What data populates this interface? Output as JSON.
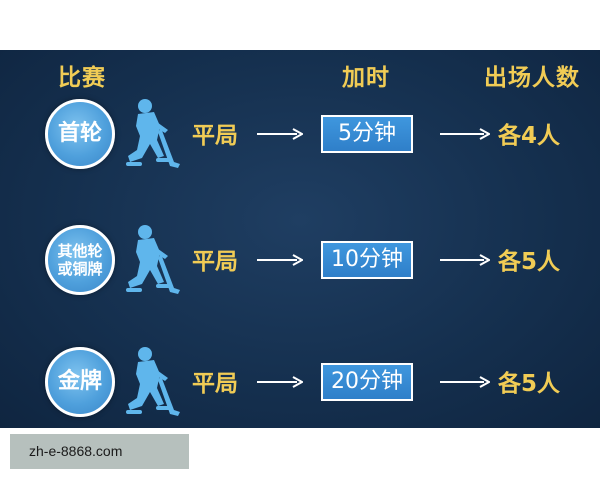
{
  "headers": {
    "stage": "比赛",
    "overtime": "加时",
    "players": "出场人数"
  },
  "colors": {
    "accent_text": "#f1cc55",
    "circle": "#4fa0dc",
    "box": "#3f97de",
    "background": "#15304f"
  },
  "rows": [
    {
      "stage_lines": [
        "首轮"
      ],
      "result": "平局",
      "overtime": "5分钟",
      "players": "各4人",
      "icon": "hockey-player-icon"
    },
    {
      "stage_lines": [
        "其他轮",
        "或铜牌"
      ],
      "result": "平局",
      "overtime": "10分钟",
      "players": "各5人",
      "icon": "hockey-player-icon"
    },
    {
      "stage_lines": [
        "金牌"
      ],
      "result": "平局",
      "overtime": "20分钟",
      "players": "各5人",
      "icon": "hockey-player-icon"
    }
  ],
  "watermark": "zh-e-8868.com"
}
